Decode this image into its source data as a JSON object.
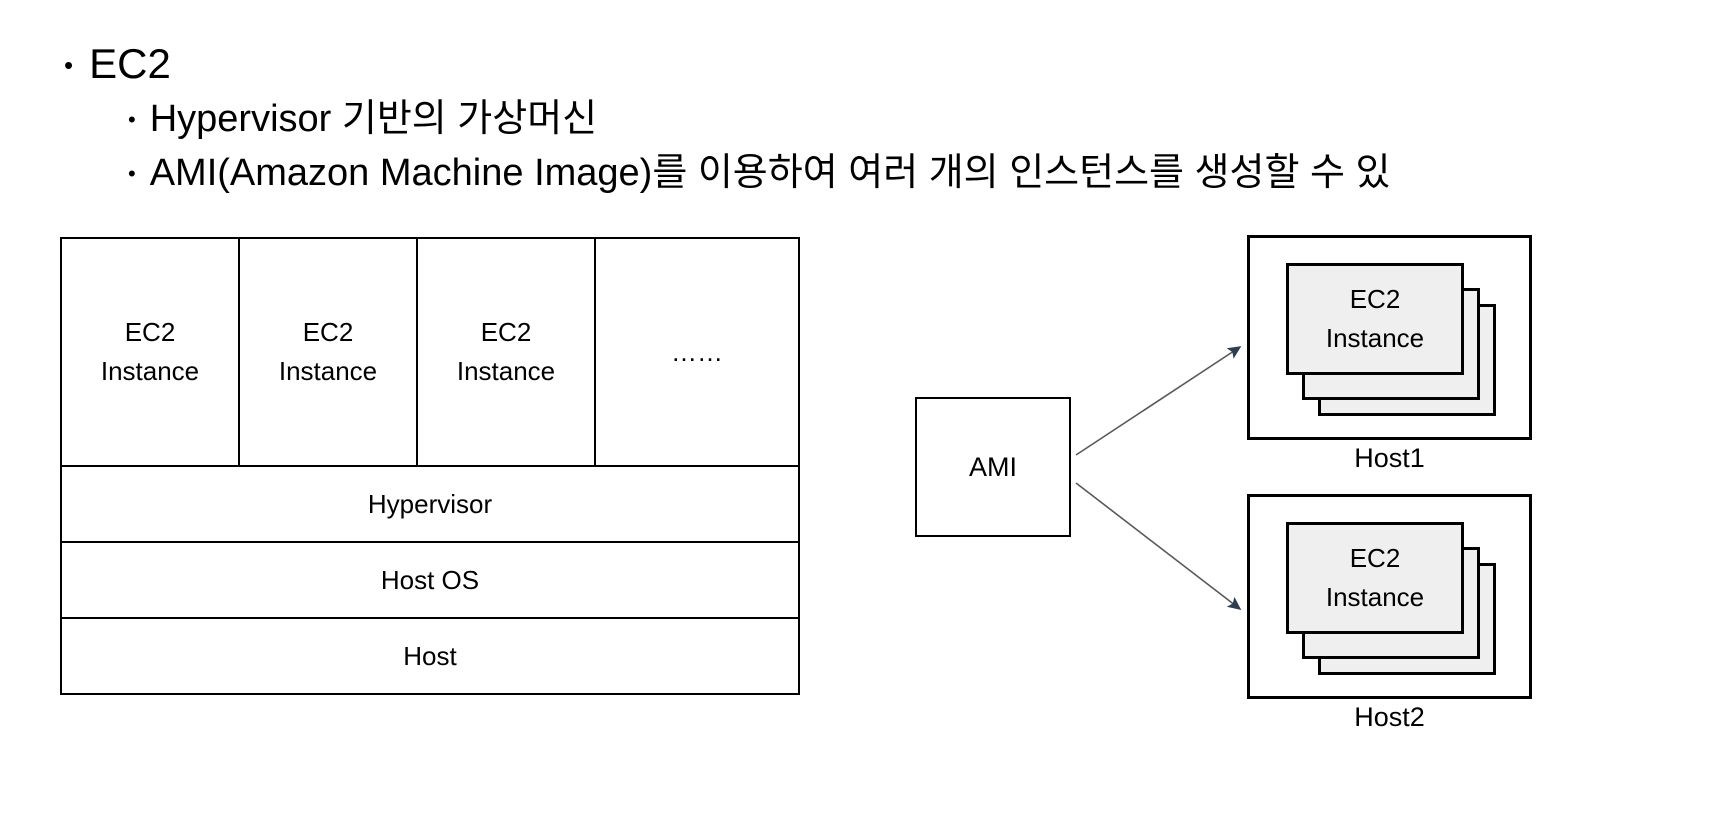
{
  "slide": {
    "bullets": [
      {
        "level": 1,
        "marker": "•",
        "text": "EC2"
      },
      {
        "level": 2,
        "marker": "•",
        "text": "Hypervisor 기반의 가상머신"
      },
      {
        "level": 2,
        "marker": "•",
        "text": "AMI(Amazon Machine Image)를 이용하여 여러 개의 인스턴스를 생성할 수 있"
      }
    ]
  },
  "left_diagram": {
    "instance_cells": [
      {
        "line1": "EC2",
        "line2": "Instance"
      },
      {
        "line1": "EC2",
        "line2": "Instance"
      },
      {
        "line1": "EC2",
        "line2": "Instance"
      },
      {
        "line1": "……",
        "line2": ""
      }
    ],
    "stack_rows": [
      {
        "label": "Hypervisor"
      },
      {
        "label": "Host OS"
      },
      {
        "label": "Host"
      }
    ]
  },
  "right_diagram": {
    "ami_label": "AMI",
    "hosts": [
      {
        "label": "Host1",
        "instance": {
          "line1": "EC2",
          "line2": "Instance"
        },
        "stack_count": 3
      },
      {
        "label": "Host2",
        "instance": {
          "line1": "EC2",
          "line2": "Instance"
        },
        "stack_count": 3
      }
    ]
  },
  "colors": {
    "line": "#000000",
    "instance_fill": "#EFEFEF",
    "arrow_head": "#2F3E4E",
    "arrow_line": "#595959",
    "background": "#FFFFFF"
  }
}
